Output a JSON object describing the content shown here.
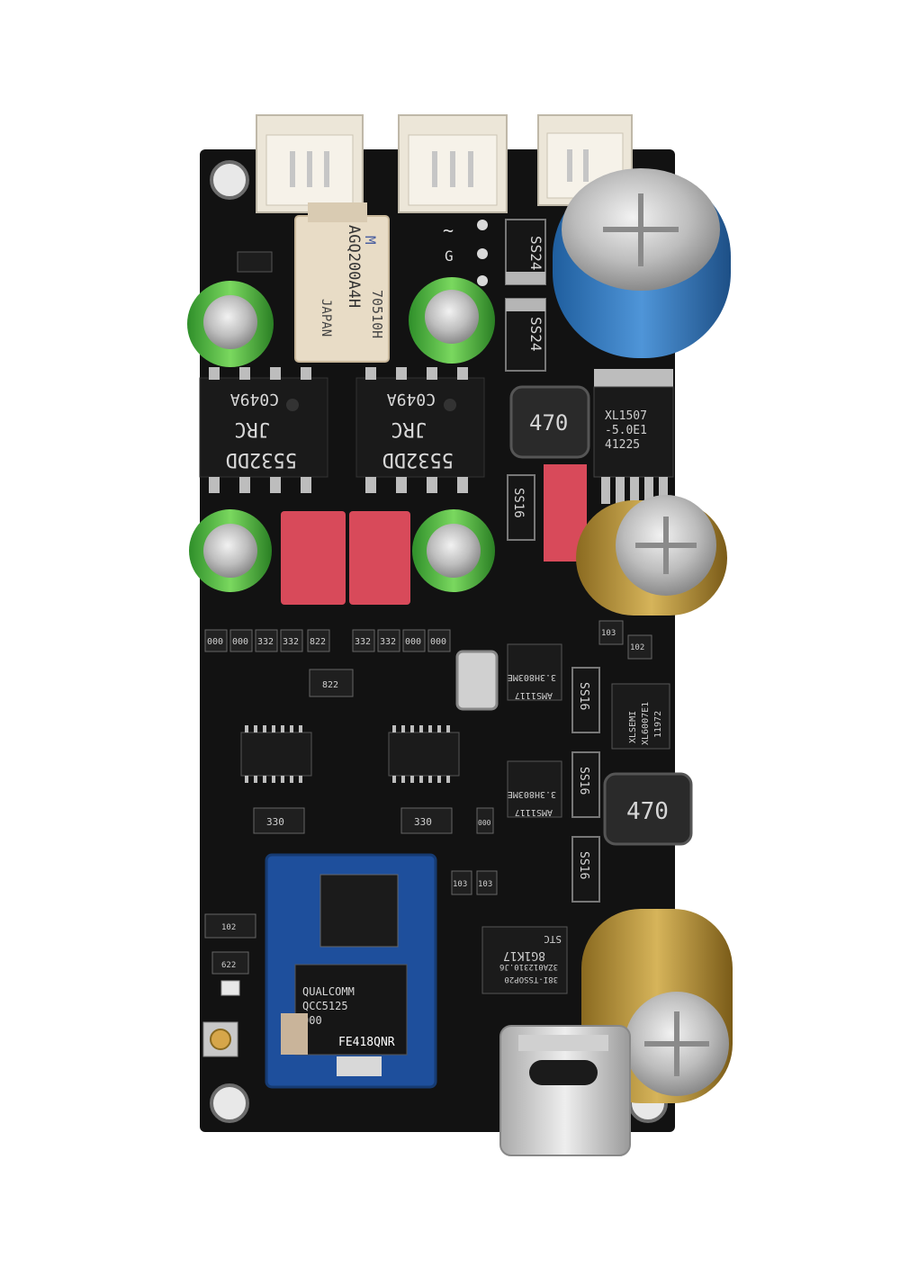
{
  "relay": {
    "brand": "M",
    "code": "70510H",
    "model": "AGQ200A4H",
    "origin": "JAPAN"
  },
  "opamp_left": {
    "line1": "C049A",
    "line2": "JRC",
    "line3": "5532DD"
  },
  "opamp_right": {
    "line1": "C049A",
    "line2": "JRC",
    "line3": "5532DD"
  },
  "inductor_top": "470",
  "inductor_bottom": "470",
  "regulator": {
    "line1": "XL1507",
    "line2": "-5.0E1",
    "line3": "41225"
  },
  "diodes": {
    "top1": "SS24",
    "top2": "SS24",
    "mid": "SS16",
    "right1": "SS16",
    "right2": "SS16",
    "right3": "SS16"
  },
  "pin_labels": {
    "tilde": "~",
    "g": "G",
    "dash": "–"
  },
  "ldo_1": {
    "line1": "AMS1117",
    "line2": "3.3H803ME"
  },
  "ldo_2": {
    "line1": "AMS1117",
    "line2": "3.3H803ME"
  },
  "boost": {
    "line1": "XLSEMI",
    "line2": "XL6007E1",
    "line3": "11972"
  },
  "mcu": {
    "line1": "STC",
    "line2": "8G1K17",
    "line3": "3ZA012310.J6",
    "line4": "38I-TSSOP20"
  },
  "bt_module": {
    "brand": "QUALCOMM",
    "model": "QCC5125",
    "rev": "000",
    "id": "FE418QNR"
  },
  "resistor_codes": {
    "r1": "000",
    "r2": "000",
    "r3": "332",
    "r4": "332",
    "r5": "822",
    "r6": "332",
    "r7": "332",
    "r8": "000",
    "r9": "000",
    "r10": "822",
    "r11": "330",
    "r12": "330",
    "r13": "000",
    "r14": "103",
    "r15": "102",
    "r16": "103",
    "r17": "103",
    "r18": "102",
    "r19": "622"
  },
  "colors": {
    "pcb": "#121212",
    "connector": "#ece6d8",
    "relay": "#e8dcc6",
    "film_cap": "#d84a5a",
    "blue_cap": "#3b7fc4",
    "gold_cap": "#b8953a",
    "green_cap": "#5fc04a",
    "bt_module": "#1e4f9c"
  }
}
